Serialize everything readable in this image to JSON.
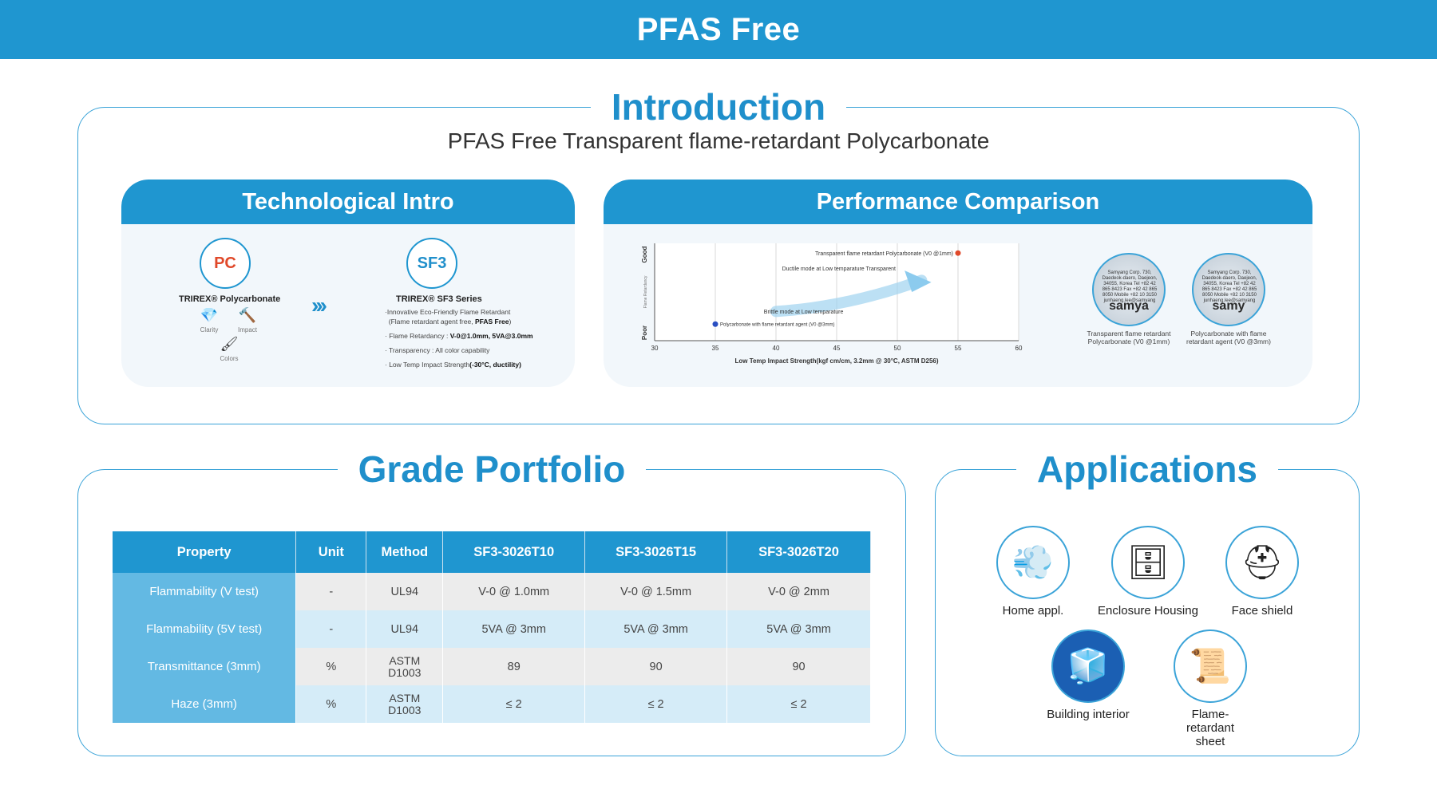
{
  "header": {
    "title": "PFAS Free"
  },
  "intro": {
    "title": "Introduction",
    "subtitle": "PFAS Free Transparent flame-retardant Polycarbonate",
    "tech": {
      "title": "Technological Intro",
      "pc_badge": "PC",
      "pc_label": "TRIREX® Polycarbonate",
      "icons": [
        {
          "name": "clarity-icon",
          "glyph": "💎",
          "label": "Clarity"
        },
        {
          "name": "impact-icon",
          "glyph": "🔨",
          "label": "Impact"
        },
        {
          "name": "colors-icon",
          "glyph": "🖌",
          "label": "Colors"
        }
      ],
      "arrows": "›››",
      "sf3_badge": "SF3",
      "sf3_label": "TRIREX® SF3 Series",
      "features": {
        "f1": "·Innovative Eco-Friendly Flame Retardant",
        "f1b": "(Flame retardant agent free, ",
        "f1c": "PFAS Free",
        "f1d": ")",
        "f2a": "· Flame Retardancy : ",
        "f2b": "V-0@1.0mm, 5VA@3.0mm",
        "f3": "· Transparency : All color capability",
        "f4a": "· Low Temp Impact Strength",
        "f4b": "(-30°C, ductility)"
      }
    },
    "perf": {
      "title": "Performance Comparison",
      "samples": [
        {
          "text": "Samyang Corp. 730, Daedeok-daero, Daejeon, 34055, Korea Tel +82 42 865 8423 Fax +82 42 865 8050 Mobile +82 10 3150 junhaeng.lee@samyang",
          "logo": "samya",
          "caption": "Transparent flame retardant Polycarbonate (V0 @1mm)"
        },
        {
          "text": "Samyang Corp. 730, Daedeok-daero, Daejeon, 34055, Korea Tel +82 42 865 8423 Fax +82 42 865 8050 Mobile +82 10 3150 junhaeng.lee@samyang",
          "logo": "samy",
          "caption": "Polycarbonate with flame retardant agent (V0 @3mm)"
        }
      ]
    }
  },
  "chart_data": {
    "type": "scatter",
    "xlabel": "Low Temp Impact Strength(kgf cm/cm, 3.2mm @ 30°C, ASTM D256)",
    "ylabel": "Flame Retardancy",
    "ylabel_top": "Good",
    "ylabel_bottom": "Poor",
    "xlim": [
      30,
      60
    ],
    "xticks": [
      "30",
      "35",
      "40",
      "45",
      "50",
      "55",
      "60"
    ],
    "grid": true,
    "points": [
      {
        "name": "Transparent flame retardant Polycarbonate (V0 @1mm)",
        "x": 55,
        "y": 0.9,
        "color": "#e0492a"
      },
      {
        "name": "Polycarbonate with flame retardant agent (V0 @3mm)",
        "x": 35,
        "y": 0.17,
        "color": "#2a4fc2"
      }
    ],
    "annotations": [
      {
        "text": "Ductile mode at Low temparature Transparent",
        "x": 40.5,
        "y": 0.72
      },
      {
        "text": "Brittle mode at Low temparature",
        "x": 39,
        "y": 0.28
      }
    ]
  },
  "grade": {
    "title": "Grade Portfolio",
    "headers": [
      "Property",
      "Unit",
      "Method",
      "SF3-3026T10",
      "SF3-3026T15",
      "SF3-3026T20"
    ],
    "rows": [
      {
        "property": "Flammability (V test)",
        "unit": "-",
        "method": "UL94",
        "v1": "V-0 @ 1.0mm",
        "v2": "V-0 @ 1.5mm",
        "v3": "V-0 @ 2mm"
      },
      {
        "property": "Flammability (5V test)",
        "unit": "-",
        "method": "UL94",
        "v1": "5VA @ 3mm",
        "v2": "5VA @ 3mm",
        "v3": "5VA @ 3mm"
      },
      {
        "property": "Transmittance (3mm)",
        "unit": "%",
        "method_a": "ASTM",
        "method_b": "D1003",
        "v1": "89",
        "v2": "90",
        "v3": "90"
      },
      {
        "property": "Haze (3mm)",
        "unit": "%",
        "method_a": "ASTM",
        "method_b": "D1003",
        "v1": "≤ 2",
        "v2": "≤ 2",
        "v3": "≤ 2"
      }
    ]
  },
  "applications": {
    "title": "Applications",
    "items": [
      {
        "name": "home-appliance-icon",
        "glyph": "💨",
        "label": "Home appl."
      },
      {
        "name": "enclosure-housing-icon",
        "glyph": "🗄",
        "label": "Enclosure Housing"
      },
      {
        "name": "face-shield-icon",
        "glyph": "⛑",
        "label": "Face  shield"
      },
      {
        "name": "building-interior-icon",
        "glyph": "🧊",
        "label": "Building interior"
      },
      {
        "name": "flame-retardant-sheet-icon",
        "glyph": "📜",
        "label": "Flame-retardant sheet"
      }
    ]
  }
}
